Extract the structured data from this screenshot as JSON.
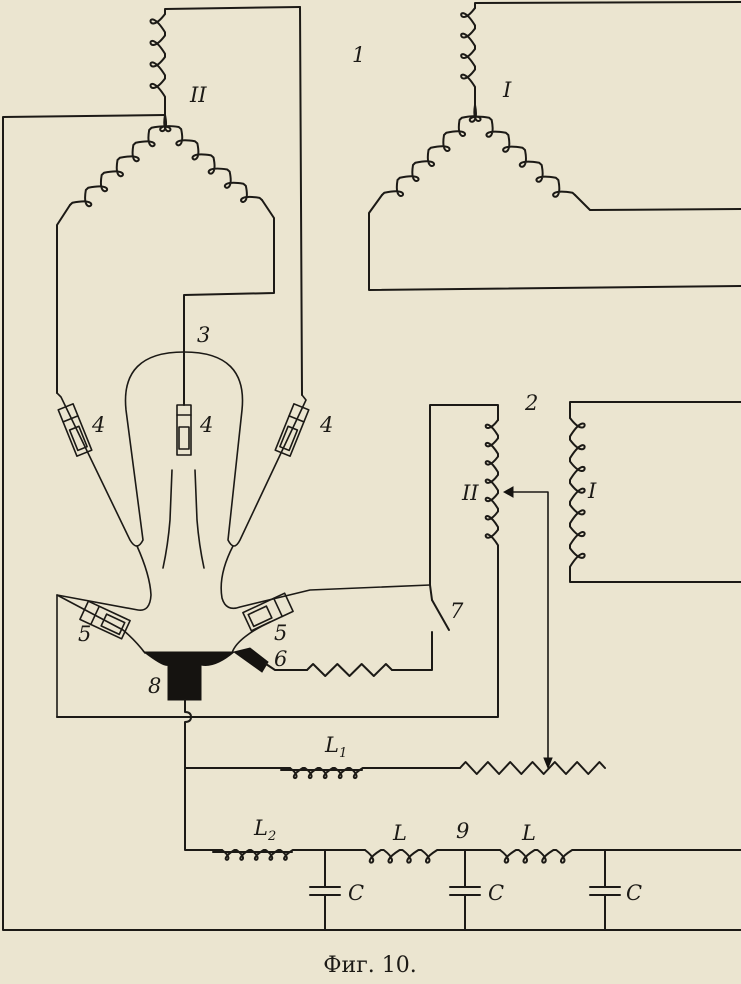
{
  "figure": {
    "caption": "Фиг. 10.",
    "labels": {
      "transformer": "1",
      "star_secondary": "II",
      "star_primary": "I",
      "bulb": "3",
      "anode_left": "4",
      "anode_center": "4",
      "anode_right": "4",
      "excitation_transformer": "2",
      "exc_secondary": "II",
      "exc_primary": "I",
      "aux_anode_left": "5",
      "aux_anode_right": "5",
      "ignition_electrode": "6",
      "switch": "7",
      "cathode": "8",
      "filter_node": "9",
      "choke_l1": "L",
      "choke_l1_sub": "1",
      "choke_l2": "L",
      "choke_l2_sub": "2",
      "choke_a": "L",
      "choke_b": "L",
      "cap_a": "C",
      "cap_b": "C",
      "cap_c": "C"
    }
  }
}
